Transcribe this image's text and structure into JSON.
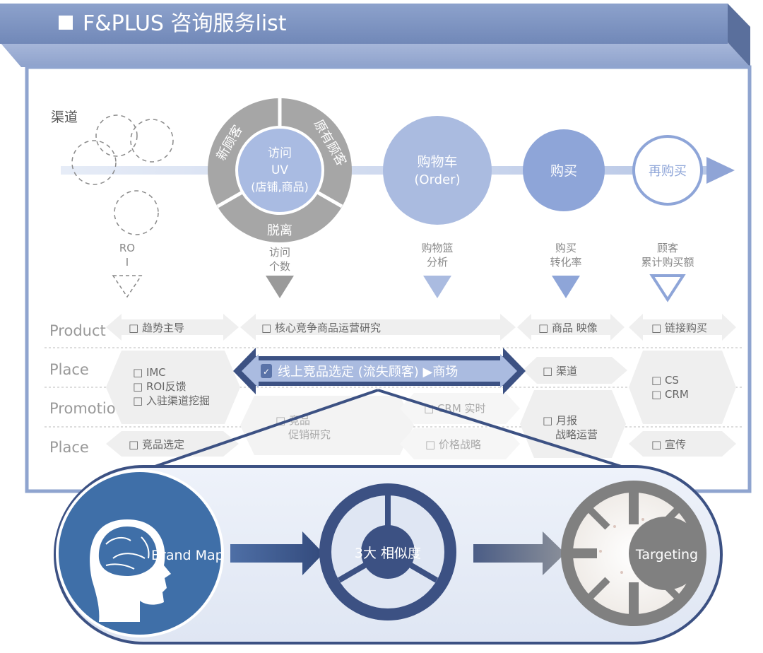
{
  "header": {
    "title": "F&PLUS 咨询服务list"
  },
  "flow": {
    "channel_label": "渠道",
    "roi_label": [
      "RO",
      "I"
    ],
    "visit": {
      "center": [
        "访问",
        "UV",
        "(店铺,商品)"
      ],
      "ring": [
        "新顾客",
        "原有顾客",
        "脱离"
      ],
      "metric": [
        "访问",
        "个数"
      ]
    },
    "cart": {
      "center": [
        "购物车",
        "(Order)"
      ],
      "metric": [
        "购物篮",
        "分析"
      ]
    },
    "buy": {
      "center": "购买",
      "metric": [
        "购买",
        "转化率"
      ]
    },
    "rebuy": {
      "center": "再购买",
      "metric": [
        "顾客",
        "累计购买额"
      ]
    }
  },
  "rows": {
    "product": {
      "label": "Product",
      "c1": "□ 趋势主导",
      "c2": "□ 核心竞争商品运营研究",
      "c3": "□ 商品 映像",
      "c4": "□ 链接购买"
    },
    "place": {
      "label": "Place",
      "c1": [
        "□ IMC",
        "□ ROI反馈",
        "□ 入驻渠道挖掘"
      ],
      "highlight": "线上竞品选定 (流失顾客) ▶商场",
      "c3": "□ 渠道",
      "c4": [
        "□ CS",
        "□ CRM"
      ]
    },
    "promotion": {
      "label": "Promotion",
      "c2": [
        "□ 竞品",
        "促销研究"
      ],
      "c2b": "□ CRM 实时",
      "c3": [
        "□ 月报",
        "战略运营"
      ]
    },
    "place2": {
      "label": "Place",
      "c1": "□ 竞品选定",
      "c2b": "□ 价格战略",
      "c4": "□ 宣传"
    }
  },
  "bottom": {
    "brand_map": "Brand Map",
    "similarity": "3大 相似度",
    "targeting": "Targeting"
  },
  "colors": {
    "header": "#7f96c2",
    "frame": "#8fa4cf",
    "visit_ring": "#a6a6a6",
    "cart": "#aabbe0",
    "buy": "#8ea5d8",
    "bottom_dark": "#3c5183",
    "brand_blue": "#3f6fa8"
  }
}
